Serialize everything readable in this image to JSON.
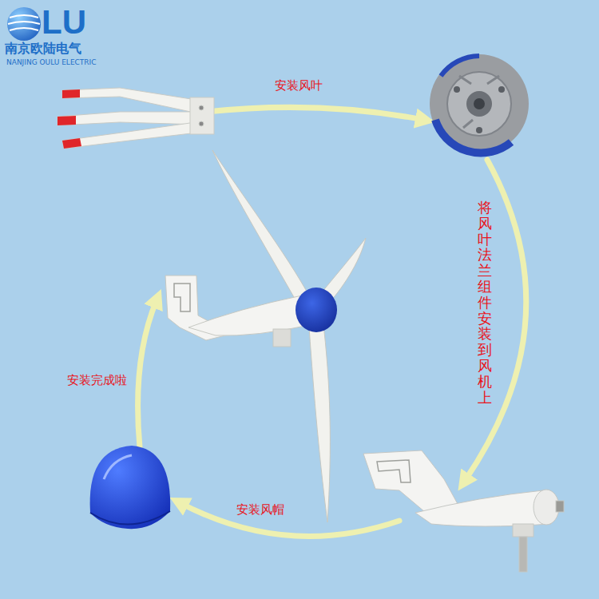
{
  "diagram": {
    "labels": [
      "LU",
      "南京欧陆电气",
      "NANJING OULU ELECTRIC",
      "安装风叶",
      "将风叶法兰组件安装到风机上",
      "安装风帽",
      "安装完成啦"
    ]
  }
}
